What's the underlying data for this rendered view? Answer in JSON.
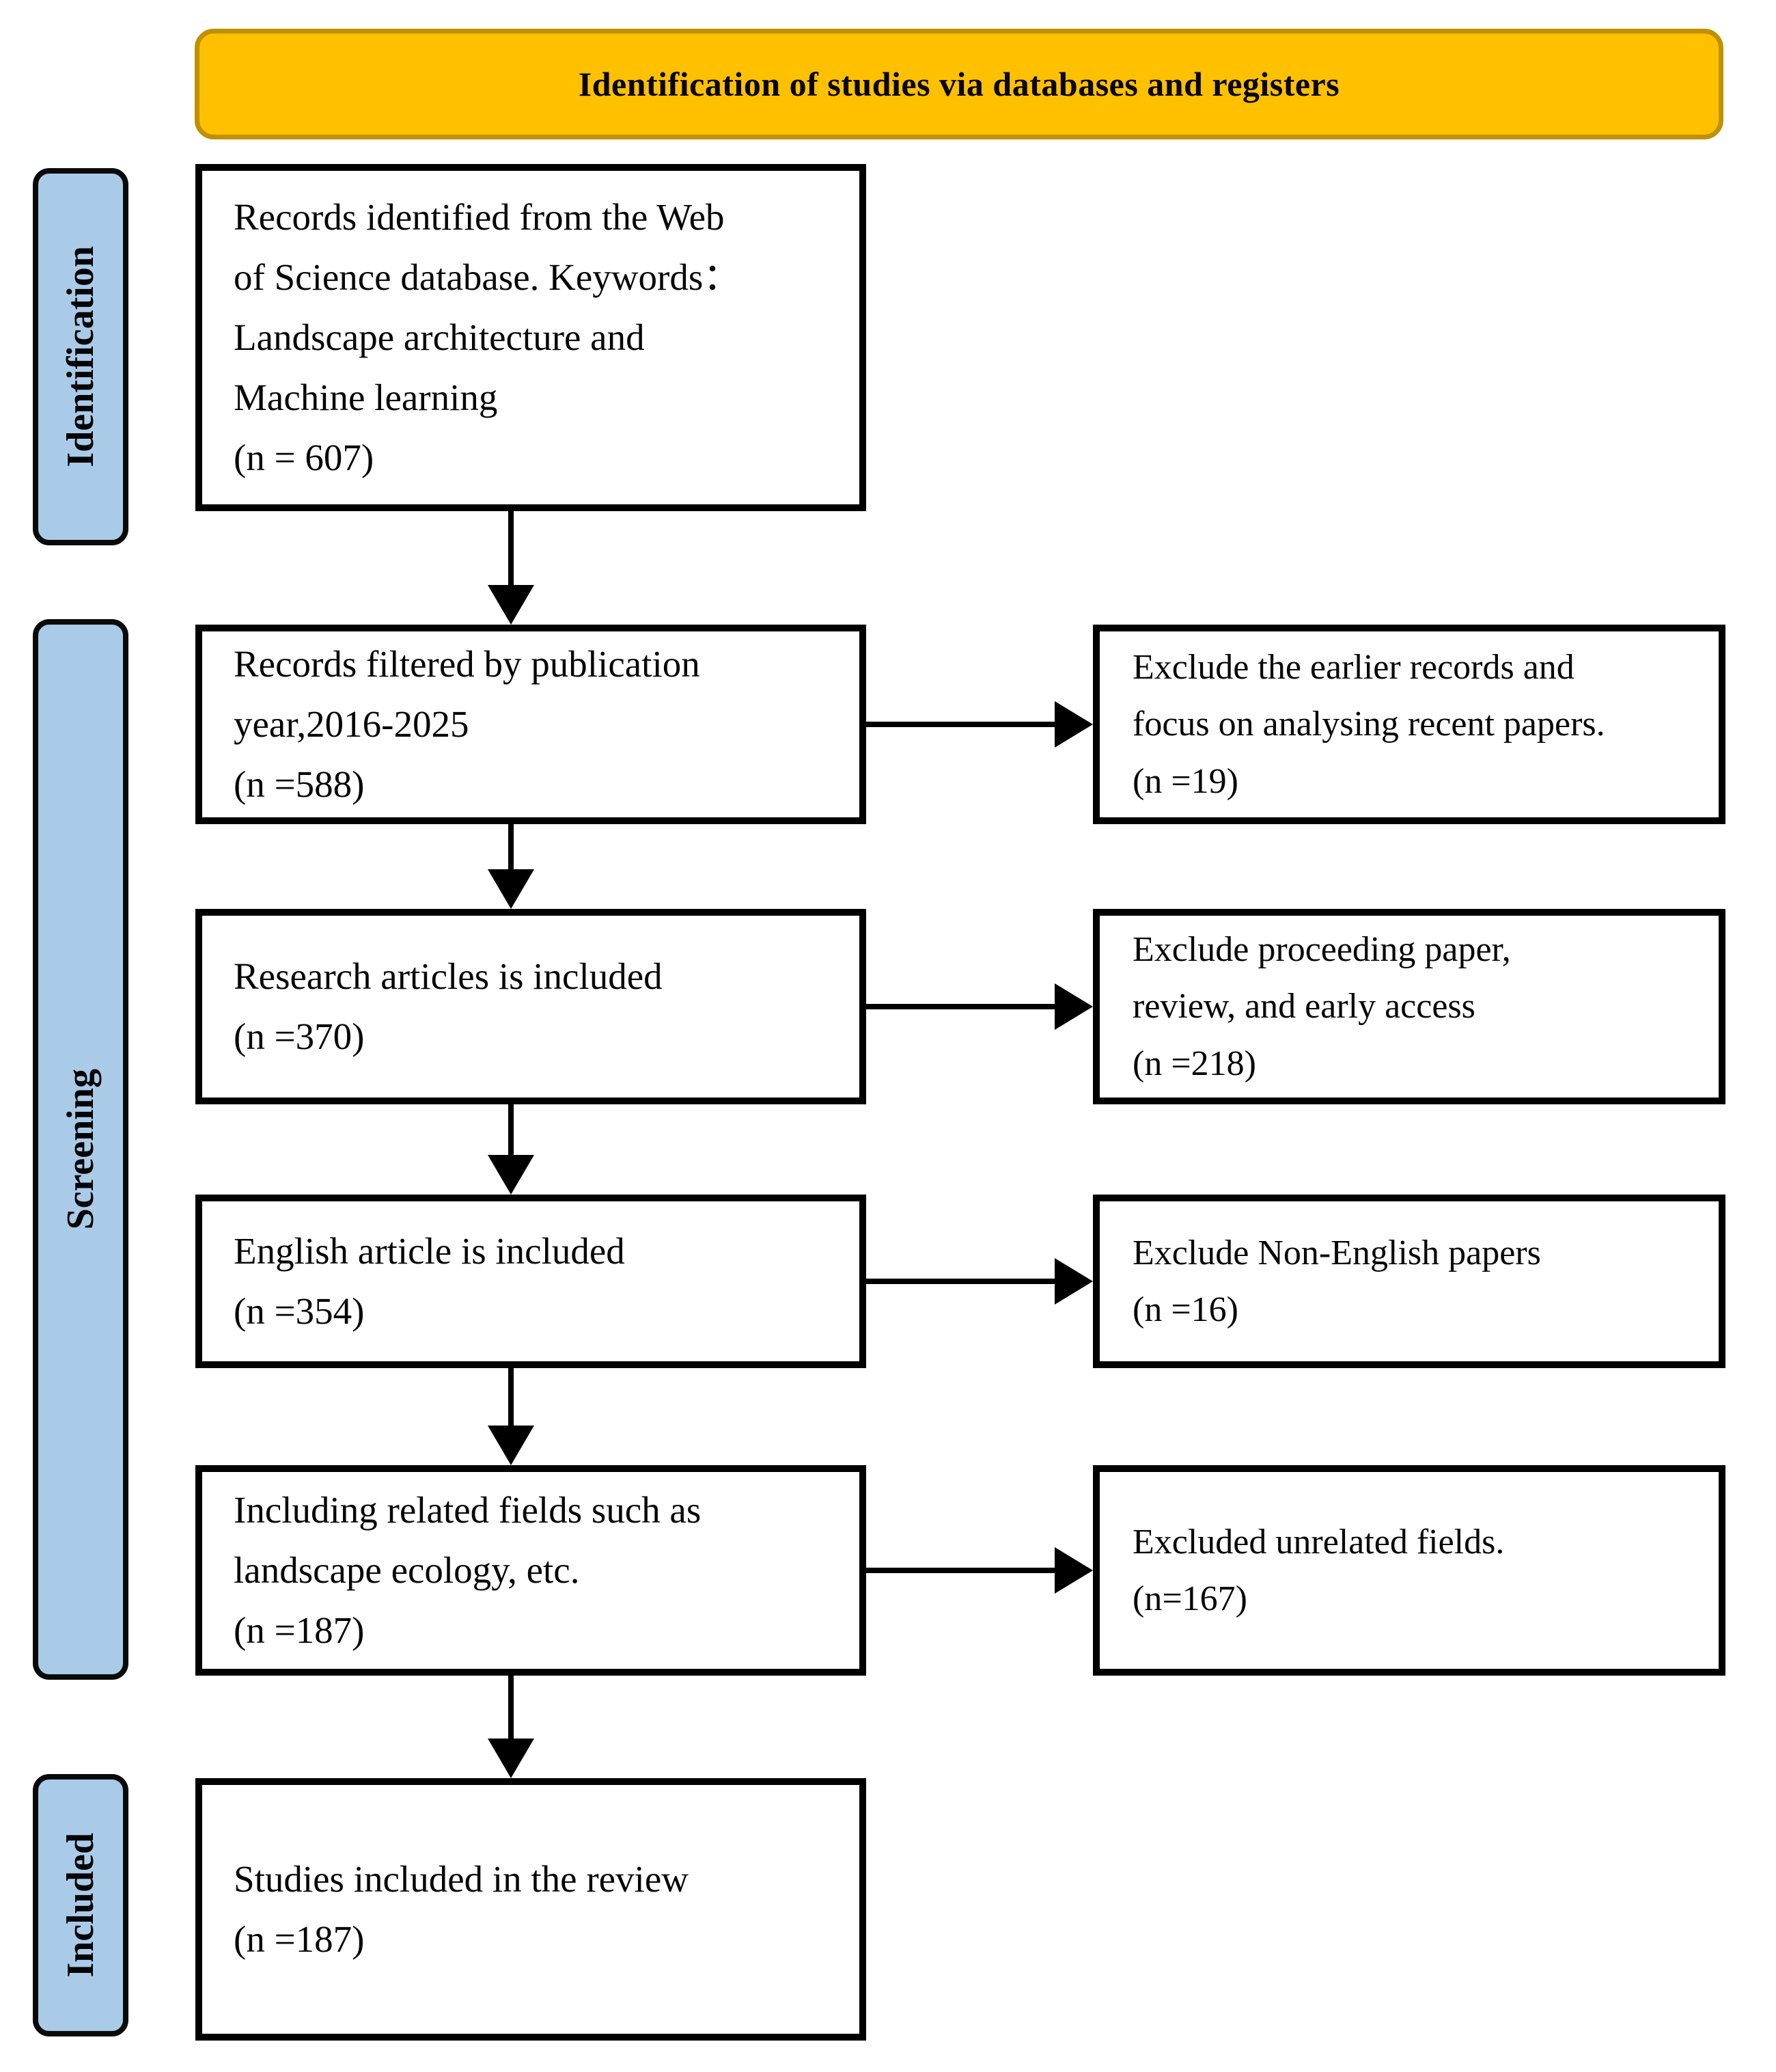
{
  "header": {
    "title": "Identification of studies via databases and registers"
  },
  "stages": [
    {
      "label": "Identification"
    },
    {
      "label": "Screening"
    },
    {
      "label": "Included"
    }
  ],
  "flow": [
    {
      "n": 607,
      "lines": [
        "Records identified from the Web",
        "of Science database. Keywords：",
        "Landscape architecture and",
        "Machine learning",
        "(n = 607)"
      ]
    },
    {
      "n": 588,
      "lines": [
        "Records filtered by publication",
        "year,2016-2025",
        "(n =588)"
      ]
    },
    {
      "n": 370,
      "lines": [
        "Research articles is included",
        "(n =370)"
      ]
    },
    {
      "n": 354,
      "lines": [
        "English article is included",
        "(n =354)"
      ]
    },
    {
      "n": 187,
      "lines": [
        "Including related fields such as",
        "landscape ecology, etc.",
        "(n =187)"
      ]
    },
    {
      "n": 187,
      "lines": [
        "Studies included in the review",
        "(n =187)"
      ]
    }
  ],
  "exclusions": [
    {
      "n": 19,
      "lines": [
        "Exclude the earlier records and",
        "focus on analysing recent papers.",
        "(n =19)"
      ]
    },
    {
      "n": 218,
      "lines": [
        "Exclude proceeding paper,",
        "review, and early access",
        "(n =218)"
      ]
    },
    {
      "n": 16,
      "lines": [
        "Exclude Non-English papers",
        "(n =16)"
      ]
    },
    {
      "n": 167,
      "lines": [
        "Excluded unrelated fields.",
        "(n=167)"
      ]
    }
  ],
  "colors": {
    "header_fill": "#FFC000",
    "header_border": "#BF9000",
    "stage_fill": "#A9CBE8",
    "box_border": "#000000"
  }
}
